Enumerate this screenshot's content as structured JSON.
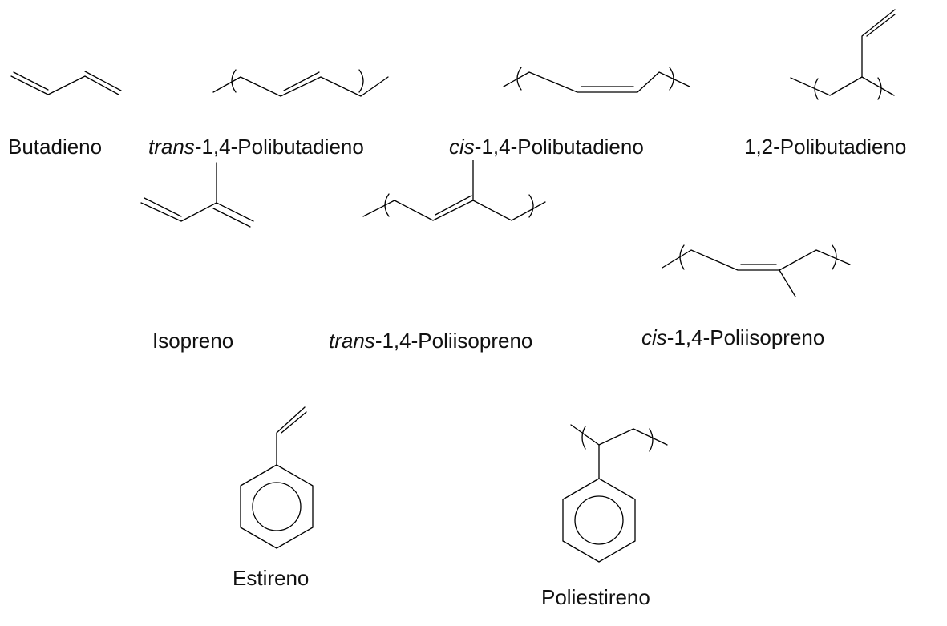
{
  "compounds": [
    {
      "id": "butadiene",
      "prefix": "",
      "name": "Butadieno"
    },
    {
      "id": "trans-14-pbd",
      "prefix": "trans",
      "name": "-1,4-Polibutadieno"
    },
    {
      "id": "cis-14-pbd",
      "prefix": "cis",
      "name": "-1,4-Polibutadieno"
    },
    {
      "id": "12-pbd",
      "prefix": "",
      "name": "1,2-Polibutadieno"
    },
    {
      "id": "isoprene",
      "prefix": "",
      "name": "Isopreno"
    },
    {
      "id": "trans-14-pip",
      "prefix": "trans",
      "name": "-1,4-Poliisopreno"
    },
    {
      "id": "cis-14-pip",
      "prefix": "cis",
      "name": "-1,4-Poliisopreno"
    },
    {
      "id": "styrene",
      "prefix": "",
      "name": "Estireno"
    },
    {
      "id": "polystyrene",
      "prefix": "",
      "name": "Poliestireno"
    }
  ]
}
